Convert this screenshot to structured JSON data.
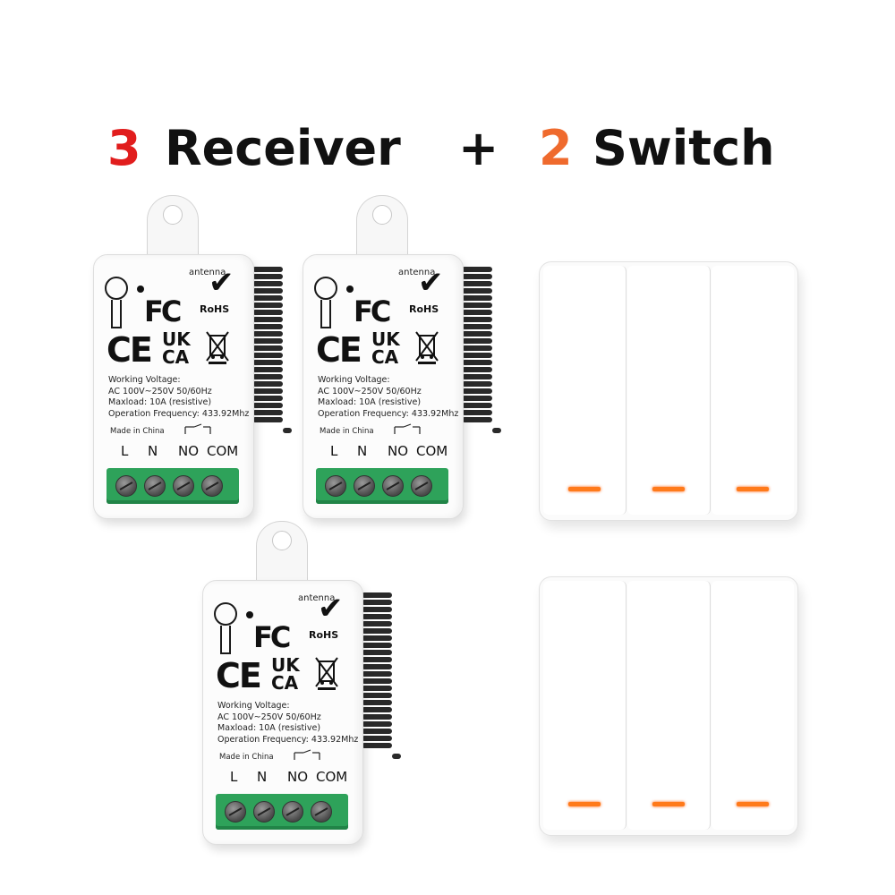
{
  "headline": {
    "num_a": "3",
    "word_a": "Receiver",
    "plus": "+",
    "num_b": "2",
    "word_b": "Switch"
  },
  "colors": {
    "num_a": "#e11d1d",
    "num_b": "#ef6a2d",
    "terminal": "#2ea25a",
    "led": "#ff7a1a"
  },
  "receiver": {
    "antenna": "antenna",
    "fc": "FC",
    "rohs": "RoHS",
    "ce": "CE",
    "ukca_1": "UK",
    "ukca_2": "CA",
    "spec_1": "Working Voltage:",
    "spec_2": "AC 100V~250V 50/60Hz",
    "spec_3": "Maxload: 10A (resistive)",
    "spec_4": "Operation Frequency: 433.92Mhz",
    "made": "Made in China",
    "t_l": "L",
    "t_n": "N",
    "t_no": "NO",
    "t_com": "COM"
  },
  "icons": [
    "keyhole-icon",
    "check-icon",
    "weee-bin-icon",
    "relay-contact-icon"
  ]
}
